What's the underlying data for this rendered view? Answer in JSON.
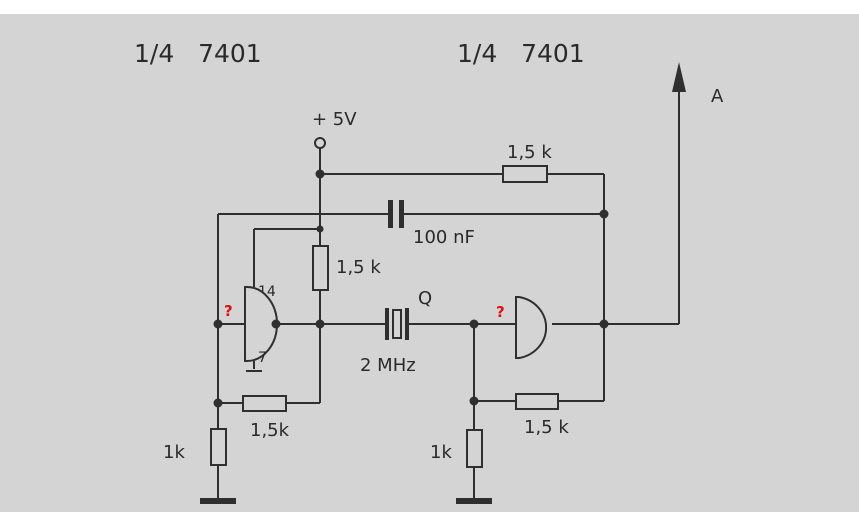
{
  "gate_labels": {
    "left": "1/4   7401",
    "right": "1/4   7401"
  },
  "supply": {
    "label": "+ 5V"
  },
  "output": {
    "label": "A"
  },
  "resistors": {
    "top_feedback": "1,5 k",
    "left_pullup": "1,5 k",
    "left_bottom": "1,5k",
    "left_ground": "1k",
    "right_bottom": "1,5 k",
    "right_ground": "1k"
  },
  "capacitor": {
    "label": "100 nF"
  },
  "crystal": {
    "name": "Q",
    "frequency": "2 MHz"
  },
  "pins": {
    "vcc": "14",
    "gnd": "7"
  },
  "unknown_marks": {
    "left_input": "?",
    "right_input": "?"
  },
  "colors": {
    "background": "#d4d4d4",
    "line": "#2f2f2f",
    "mark": "#e01010"
  }
}
